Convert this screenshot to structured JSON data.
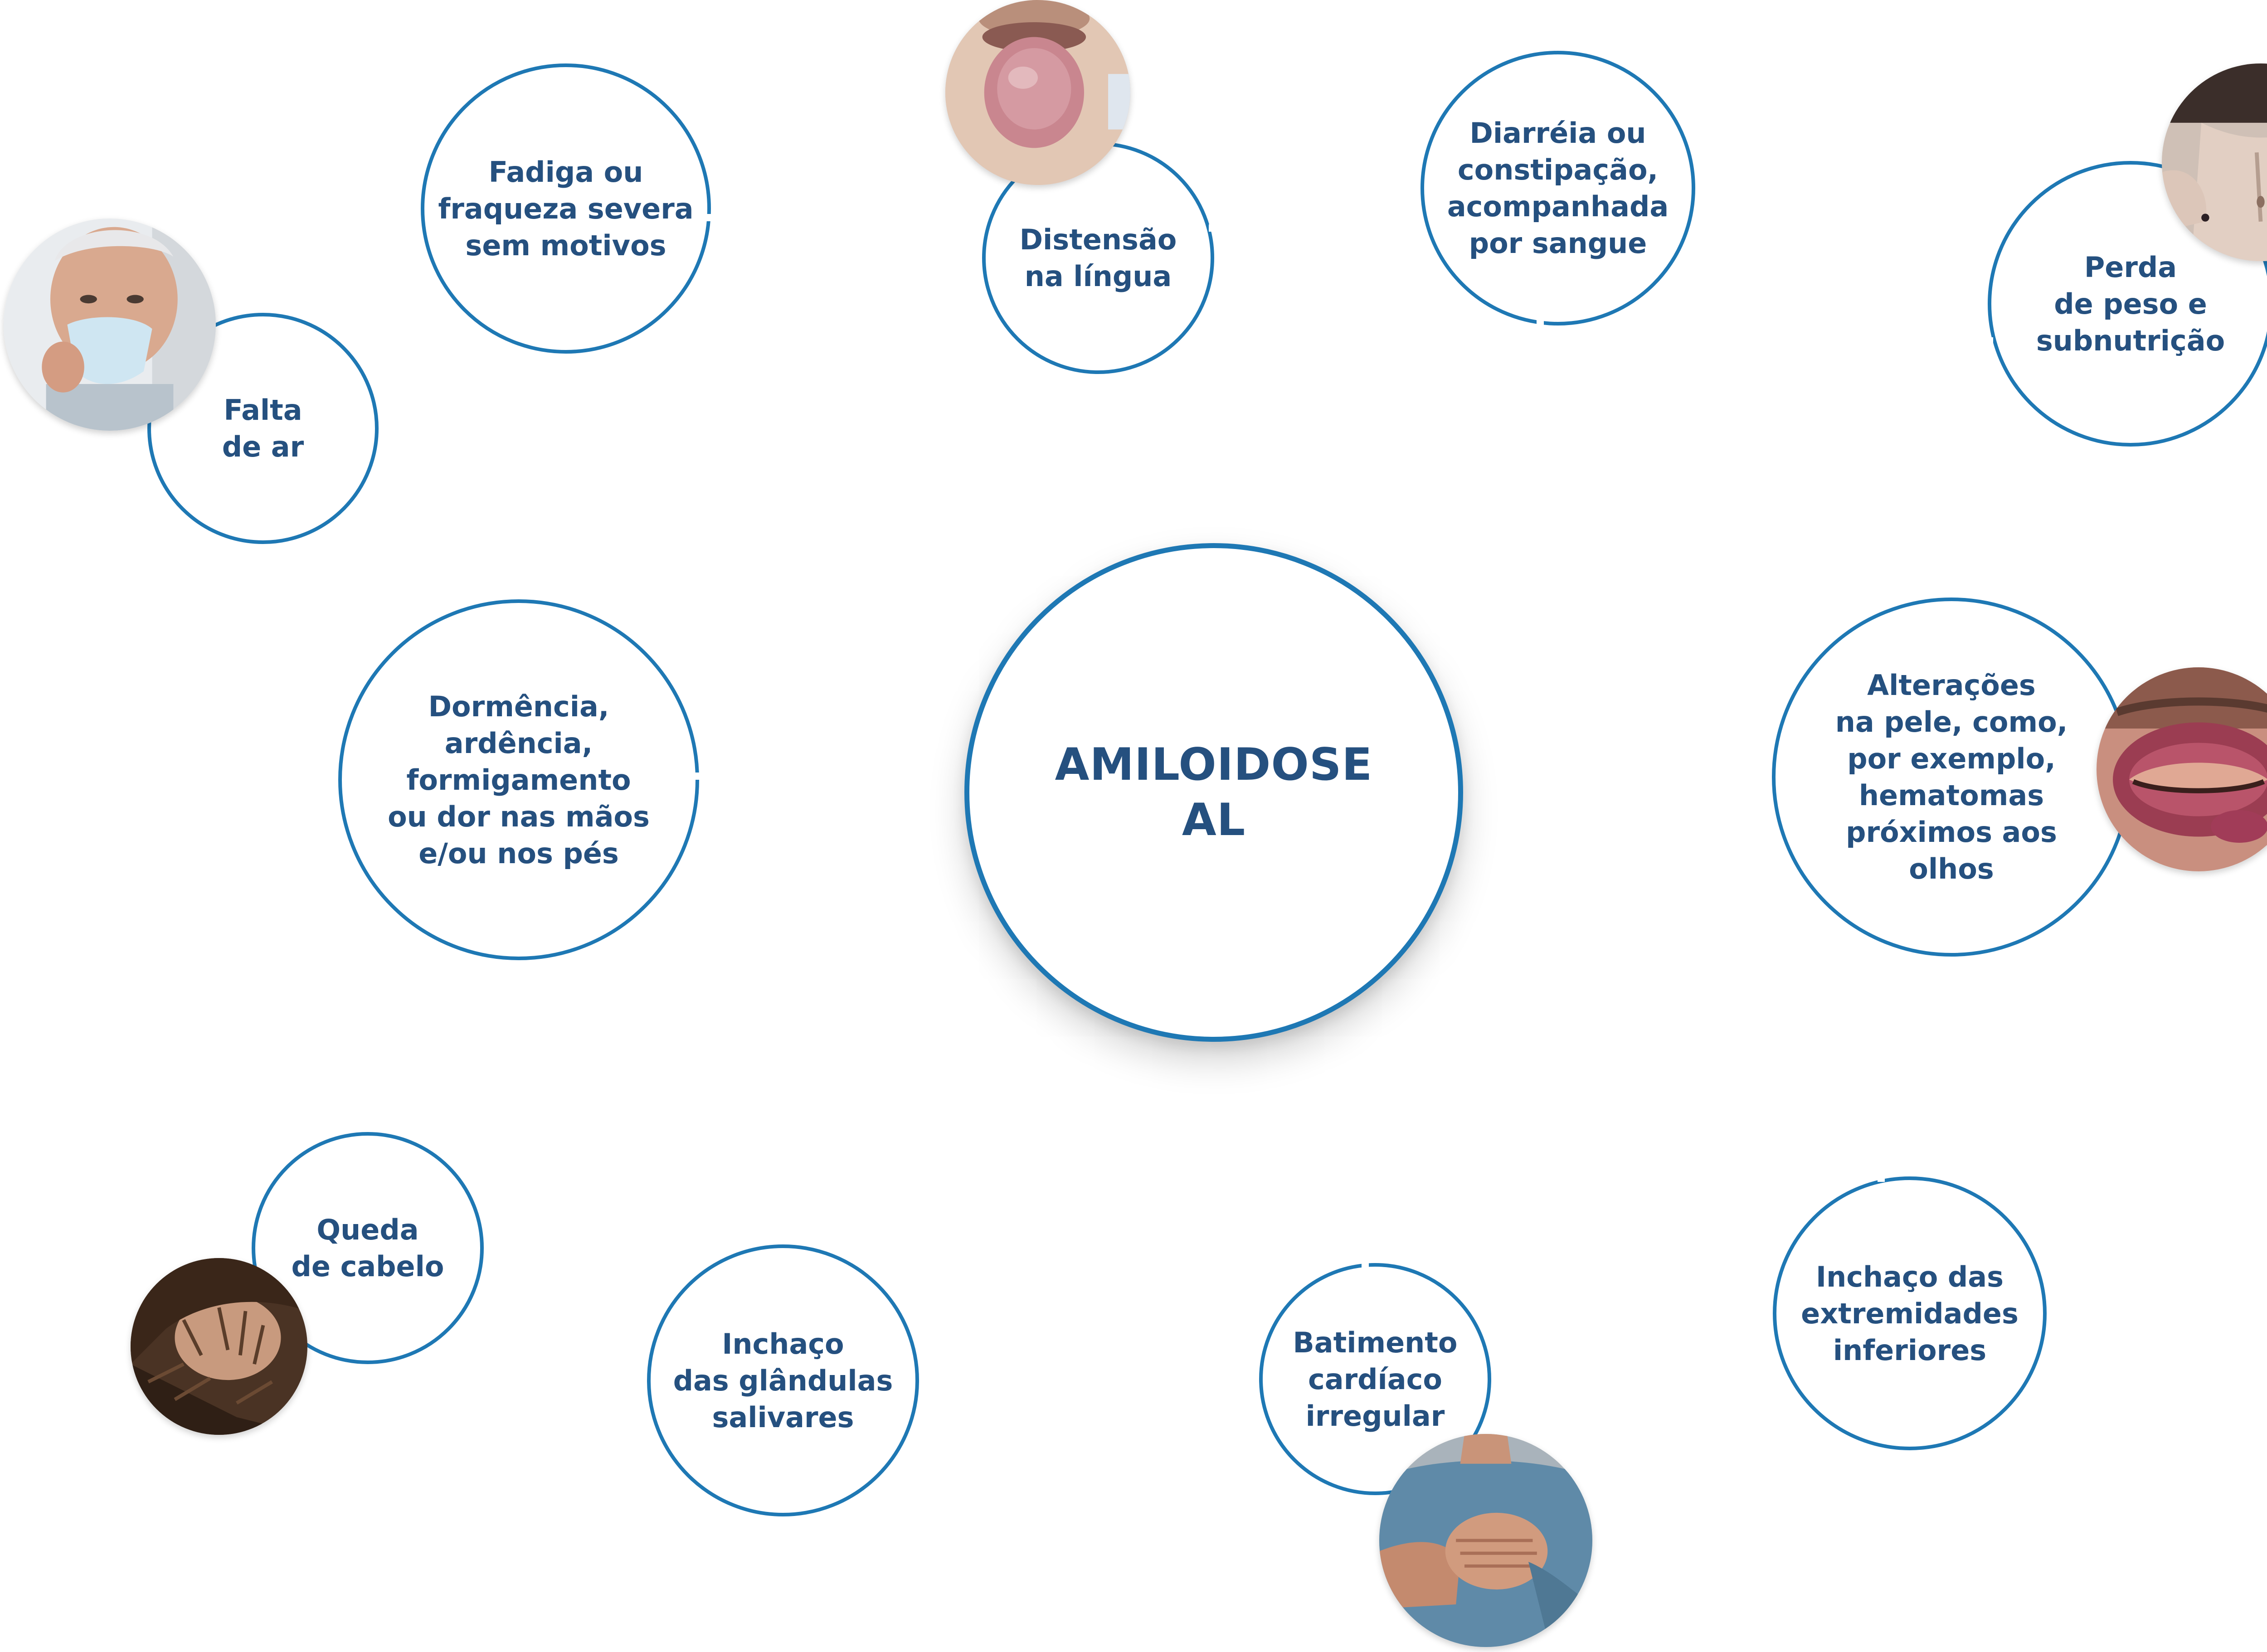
{
  "center": {
    "label": "AMILOIDOSE\nAL"
  },
  "symptoms": {
    "fatigue": "Fadiga ou\nfraqueza severa\nsem motivos",
    "tongue": "Distensão\nna língua",
    "bowel": "Diarréia ou\nconstipação,\nacompanhada\npor sangue",
    "weight": "Perda\nde peso e\nsubnutrição",
    "breath": "Falta\nde ar",
    "numbness": "Dormência,\nardência,\nformigamento\nou dor nas mãos\ne/ou nos pés",
    "skin": "Alterações\nna pele, como,\npor exemplo,\nhematomas\npróximos aos\nolhos",
    "hair": "Queda\nde cabelo",
    "salivary": "Inchaço\ndas glândulas\nsalivares",
    "heart": "Batimento\ncardíaco\nirregular",
    "legs": "Inchaço das\nextremidades\ninferiores"
  },
  "photos": {
    "tongue": "tongue-photo",
    "weight": "abdomen-photo",
    "breath": "oxygen-mask-photo",
    "skin": "bruised-eye-photo",
    "hair": "hair-loss-photo",
    "heart": "chest-pain-photo"
  },
  "colors": {
    "ring": "#1e78b4",
    "text": "#25507f",
    "background": "#ffffff"
  }
}
